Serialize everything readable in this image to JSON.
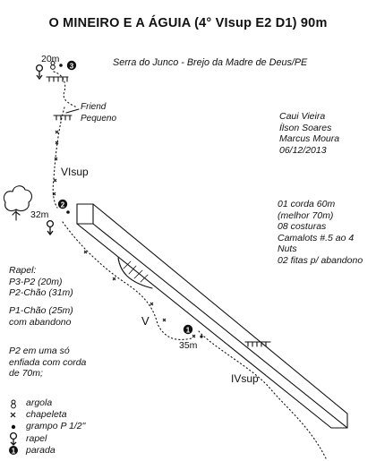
{
  "title": "O MINEIRO E A ÁGUIA (4° VIsup E2 D1) 90m",
  "location": "Serra do Junco - Brejo da Madre de Deus/PE",
  "authors": [
    "Caui Vieira",
    "Ílson Soares",
    "Marcus Moura",
    "06/12/2013"
  ],
  "gear": [
    "01 corda 60m",
    "(melhor 70m)",
    "08 costuras",
    "Camalots #.5 ao 4",
    "Nuts",
    "02 fitas p/ abandono"
  ],
  "rappel": {
    "heading": "Rapel:",
    "lines": [
      "P3-P2 (20m)",
      "P2-Chão (31m)"
    ],
    "alt": [
      "P1-Chão (25m)",
      "com abandono"
    ],
    "note": [
      "P2 em uma só",
      "enfiada com corda",
      "de 70m;"
    ]
  },
  "route_labels": {
    "rappel_top": "20m",
    "friend": [
      "Friend",
      "Pequeno"
    ],
    "grade_upper": "VIsup",
    "rappel_mid": "32m",
    "grade_middle": "V",
    "pitch_length": "35m",
    "grade_lower": "IVsup"
  },
  "belays": [
    {
      "number": "3",
      "name": "belay-3"
    },
    {
      "number": "2",
      "name": "belay-2"
    },
    {
      "number": "1",
      "name": "belay-1"
    }
  ],
  "legend": [
    {
      "symbol": "8",
      "label": "argola",
      "icon": "ring-icon"
    },
    {
      "symbol": "×",
      "label": "chapeleta",
      "icon": "bolt-icon"
    },
    {
      "symbol": "•",
      "label": "grampo P 1/2\"",
      "icon": "staple-icon"
    },
    {
      "symbol": "rappel",
      "label": "rapel",
      "icon": "rappel-icon"
    },
    {
      "symbol": "1",
      "label": "parada",
      "icon": "belay-icon"
    }
  ],
  "colors": {
    "ink": "#111111",
    "background": "#ffffff"
  }
}
